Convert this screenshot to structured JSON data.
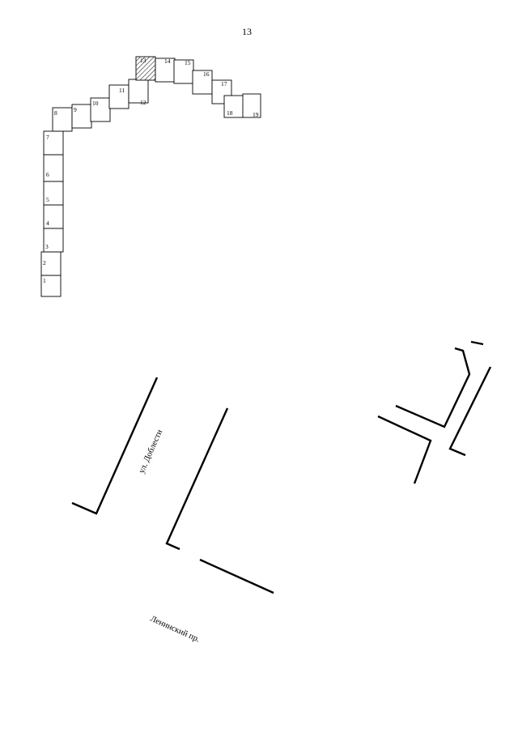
{
  "page_number": "13",
  "plots": {
    "labels": [
      "1",
      "2",
      "3",
      "4",
      "5",
      "6",
      "7",
      "8",
      "9",
      "10",
      "11",
      "12",
      "13",
      "14",
      "15",
      "16",
      "17",
      "18",
      "19"
    ],
    "highlighted": "13"
  },
  "streets": {
    "dobesti": "ул. Доблести",
    "leninsky": "Ленинский пр."
  }
}
